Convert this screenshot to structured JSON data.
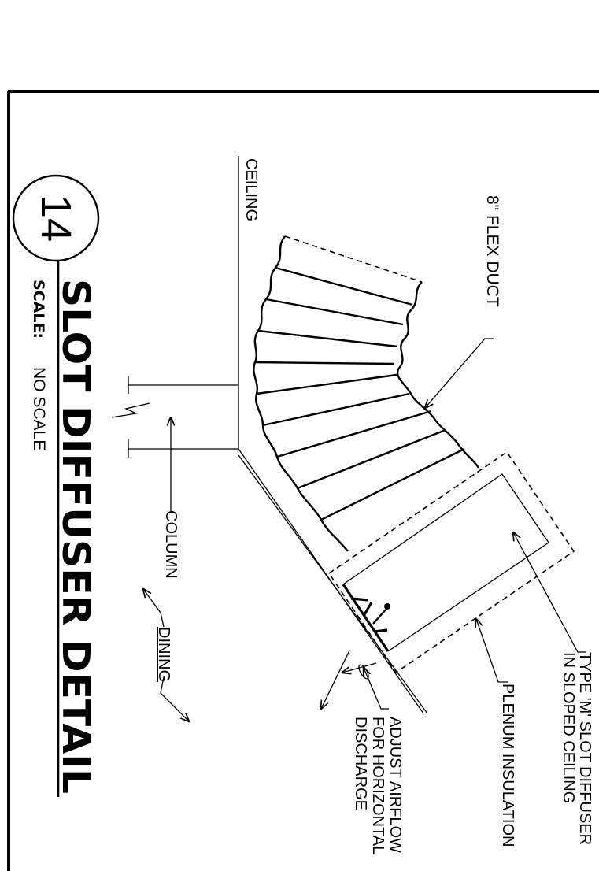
{
  "detail": {
    "number": "14",
    "title": "SLOT DIFFUSER DETAIL",
    "scale_label": "SCALE:",
    "scale_value": "NO SCALE"
  },
  "labels": {
    "ceiling": "CEILING",
    "flex_duct": "8\" FLEX DUCT",
    "column": "COLUMN",
    "dining": "DINING",
    "diffuser_line1": "TYPE 'M' SLOT DIFFUSER",
    "diffuser_line2": "IN SLOPED CEILING",
    "plenum": "PLENUM INSULATION",
    "airflow_line1": "ADJUST AIRFLOW",
    "airflow_line2": "FOR HORIZONTAL",
    "airflow_line3": "DISCHARGE"
  }
}
